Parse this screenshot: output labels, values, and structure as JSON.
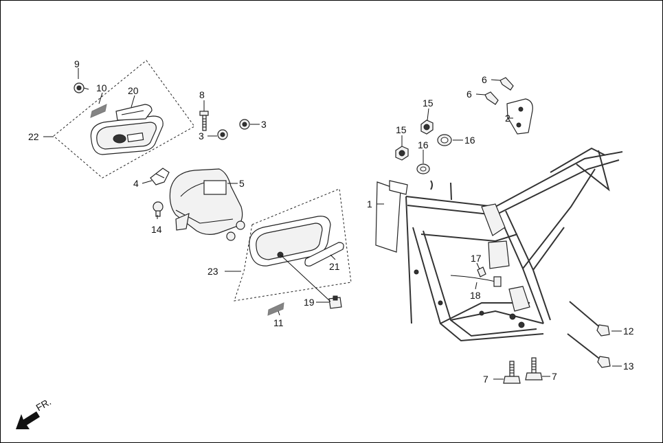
{
  "diagram": {
    "front_label": "FR.",
    "callouts": [
      {
        "id": "c1",
        "text": "1"
      },
      {
        "id": "c2",
        "text": "2"
      },
      {
        "id": "c3a",
        "text": "3"
      },
      {
        "id": "c3b",
        "text": "3"
      },
      {
        "id": "c4",
        "text": "4"
      },
      {
        "id": "c5",
        "text": "5"
      },
      {
        "id": "c6a",
        "text": "6"
      },
      {
        "id": "c6b",
        "text": "6"
      },
      {
        "id": "c7a",
        "text": "7"
      },
      {
        "id": "c7b",
        "text": "7"
      },
      {
        "id": "c8",
        "text": "8"
      },
      {
        "id": "c9",
        "text": "9"
      },
      {
        "id": "c10",
        "text": "10"
      },
      {
        "id": "c11",
        "text": "11"
      },
      {
        "id": "c12",
        "text": "12"
      },
      {
        "id": "c13",
        "text": "13"
      },
      {
        "id": "c14",
        "text": "14"
      },
      {
        "id": "c15a",
        "text": "15"
      },
      {
        "id": "c15b",
        "text": "15"
      },
      {
        "id": "c16a",
        "text": "16"
      },
      {
        "id": "c16b",
        "text": "16"
      },
      {
        "id": "c17",
        "text": "17"
      },
      {
        "id": "c18",
        "text": "18"
      },
      {
        "id": "c19",
        "text": "19"
      },
      {
        "id": "c20",
        "text": "20"
      },
      {
        "id": "c21",
        "text": "21"
      },
      {
        "id": "c22",
        "text": "22"
      },
      {
        "id": "c23",
        "text": "23"
      }
    ]
  }
}
